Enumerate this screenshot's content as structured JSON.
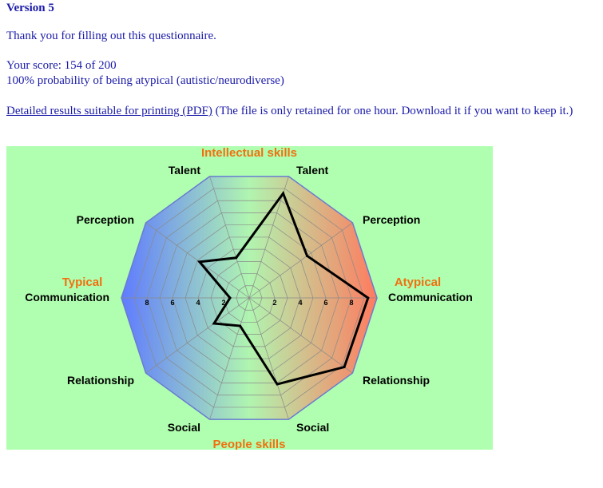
{
  "version": "Version 5",
  "thanks": "Thank you for filling out this questionnaire.",
  "score": "Your score: 154 of 200",
  "probability": "100% probability of being atypical (autistic/neurodiverse)",
  "pdf_link": "Detailed results suitable for printing (PDF)",
  "pdf_note": " (The file is only retained for one hour. Download it if you want to keep it.)",
  "chart_data": {
    "type": "radar",
    "top_label": "Intellectual skills",
    "bottom_label": "People skills",
    "left_label": "Typical",
    "right_label": "Atypical",
    "axes": [
      "Communication",
      "Perception",
      "Talent",
      "Talent",
      "Perception",
      "Communication",
      "Relationship",
      "Social",
      "Social",
      "Relationship"
    ],
    "axis_sides": [
      "Atypical",
      "Atypical",
      "Atypical",
      "Typical",
      "Typical",
      "Typical",
      "Typical",
      "Typical",
      "Atypical",
      "Atypical"
    ],
    "values": [
      9.3,
      5.6,
      8.6,
      3.3,
      4.8,
      1.5,
      3.4,
      2.3,
      7.1,
      9.2
    ],
    "range": [
      0,
      10
    ],
    "tick_labels": [
      "2",
      "4",
      "6",
      "8"
    ],
    "colors": {
      "typical": "#5f7bff",
      "middle": "#b0f5b0",
      "atypical": "#ff7b5f",
      "background": "#b0ffb0",
      "accent": "#f07010"
    }
  }
}
